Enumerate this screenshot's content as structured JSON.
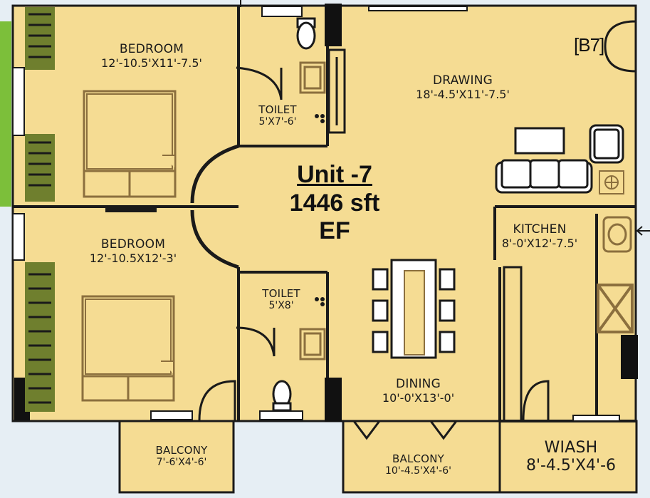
{
  "unit": {
    "name": "Unit -7",
    "area": "1446 sft",
    "facing": "EF"
  },
  "rooms": {
    "bedroom_top": {
      "name": "BEDROOM",
      "dims": "12'-10.5'X11'-7.5'"
    },
    "bedroom_bottom": {
      "name": "BEDROOM",
      "dims": "12'-10.5X12'-3'"
    },
    "toilet_top": {
      "name": "TOILET",
      "dims": "5'X7'-6'"
    },
    "toilet_bottom": {
      "name": "TOILET",
      "dims": "5'X8'"
    },
    "drawing": {
      "name": "DRAWING",
      "dims": "18'-4.5'X11'-7.5'"
    },
    "kitchen": {
      "name": "KITCHEN",
      "dims": "8'-0'X12'-7.5'"
    },
    "dining": {
      "name": "DINING",
      "dims": "10'-0'X13'-0'"
    },
    "balcony_left": {
      "name": "BALCONY",
      "dims": "7'-6'X4'-6'"
    },
    "balcony_mid": {
      "name": "BALCONY",
      "dims": "10'-4.5'X4'-6'"
    },
    "wash": {
      "name": "WIASH",
      "dims": "8'-4.5'X4'-6"
    }
  },
  "entry_label": "[B7]",
  "colors": {
    "floor": "#f5dc93",
    "wall": "#1a1a1a",
    "furniture": "#8b6f3e",
    "window_green": "#6f7f2e",
    "lawn": "#7cbf3a",
    "background": "#e6eef4"
  },
  "icons": [
    "bed-icon",
    "sofa-icon",
    "armchair-icon",
    "dining-table-icon",
    "wc-icon",
    "washbasin-icon",
    "stove-icon",
    "sink-icon",
    "door-arc-icon",
    "arrow-icon"
  ]
}
